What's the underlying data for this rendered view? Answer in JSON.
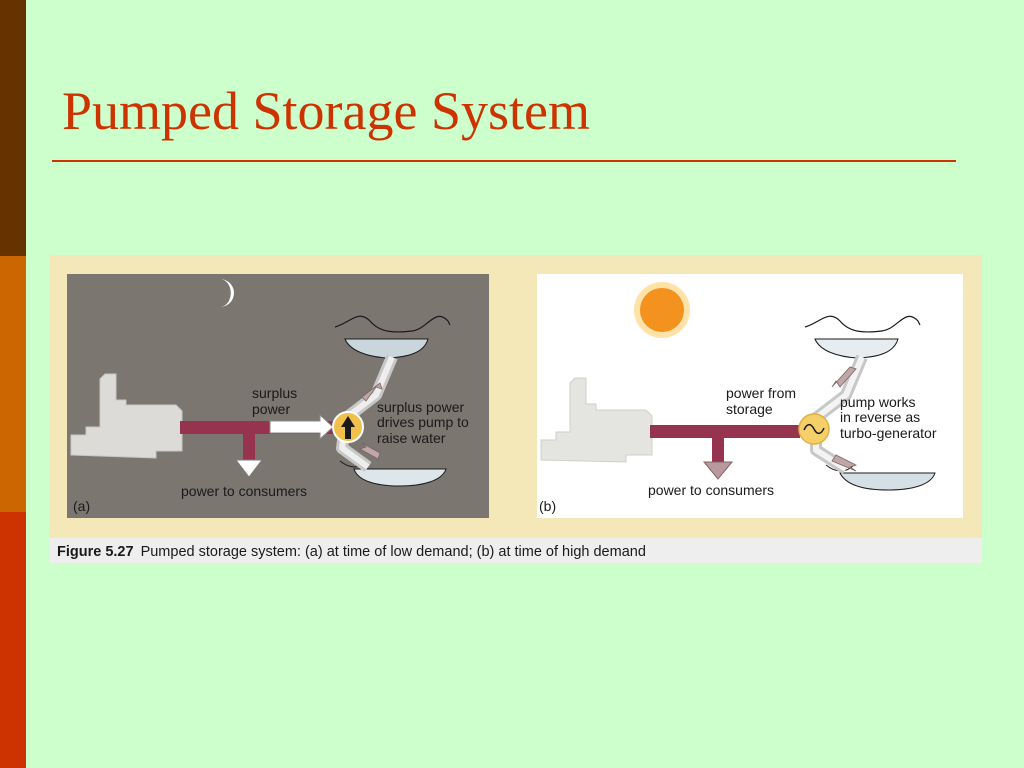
{
  "slide": {
    "title": "Pumped Storage System",
    "colors": {
      "sidebar": [
        "#663300",
        "#cc6600",
        "#cc3300"
      ],
      "title": "#cc3300",
      "background": "#ccffcc"
    }
  },
  "figure": {
    "panel_a": {
      "tag": "(a)",
      "surplus_power_line1": "surplus",
      "surplus_power_line2": "power",
      "pump_note_line1": "surplus power",
      "pump_note_line2": "drives pump to",
      "pump_note_line3": "raise water",
      "consumers": "power to consumers",
      "sky_icon": "moon-icon",
      "pump_icon": "pump-arrow-icon"
    },
    "panel_b": {
      "tag": "(b)",
      "from_storage_line1": "power from",
      "from_storage_line2": "storage",
      "generator_note_line1": "pump works",
      "generator_note_line2": "in reverse as",
      "generator_note_line3": "turbo-generator",
      "consumers": "power to consumers",
      "sky_icon": "sun-icon",
      "generator_icon": "alternating-current-icon"
    },
    "caption_number": "Figure 5.27",
    "caption_text": "Pumped storage system: (a) at time of low demand; (b) at time of high demand"
  }
}
